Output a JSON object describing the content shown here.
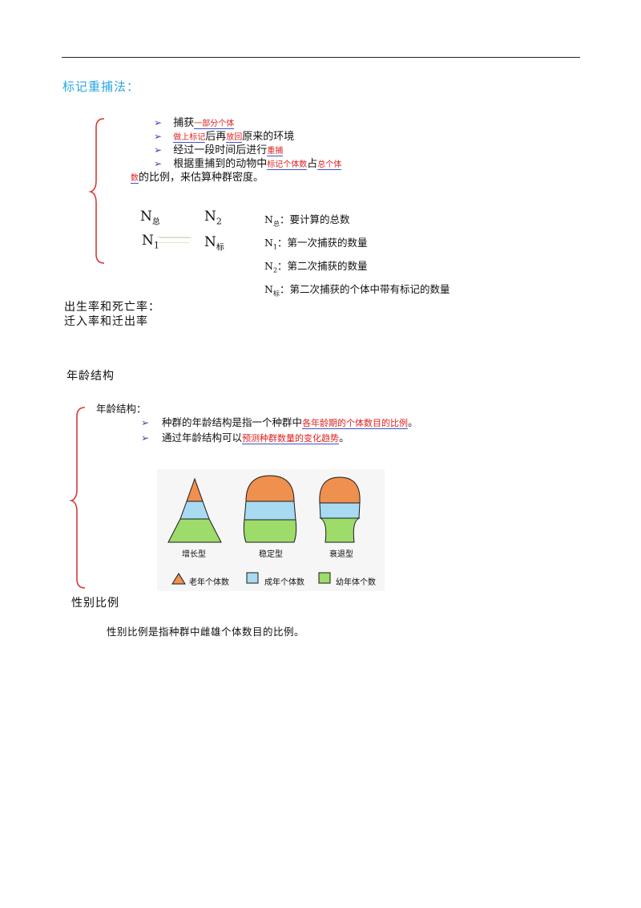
{
  "heading_mark_recapture": "标记重捕法：",
  "mr": {
    "b1": {
      "pre": "捕获",
      "red": "一部分个体"
    },
    "b2": {
      "red1": "做上标记",
      "mid": "后再",
      "red2": "放回",
      "post": "原来的环境"
    },
    "b3": {
      "pre": "经过一段时间后进行",
      "red": "重捕"
    },
    "b4": {
      "pre": "根据重捕到的动物中",
      "red1": "标记个体数",
      "mid": "占",
      "red2": "总个体"
    },
    "b4_line2": {
      "red": "数",
      "post": "的比例，来估算种群密度。"
    },
    "formula": {
      "n": "N",
      "sub_total": "总",
      "n1_sub": "1",
      "n2_sub": "2",
      "sub_mark": "标"
    },
    "legend": [
      {
        "sym": "N",
        "sub": "总",
        "text": "：要计算的总数"
      },
      {
        "sym": "N",
        "sub": "1",
        "text": "：第一次捕获的数量"
      },
      {
        "sym": "N",
        "sub": "2",
        "text": "：第二次捕获的数量"
      },
      {
        "sym": "N",
        "sub": "标",
        "text": "：第二次捕获的个体中带有标记的数量"
      }
    ]
  },
  "birth_death": "出生率和死亡率：",
  "migration": "迁入率和迁出率",
  "age_heading": "年龄结构",
  "age": {
    "label": "年龄结构：",
    "b1": {
      "pre": "种群的年龄结构是指一个种群中",
      "red": "各年龄期的个体数目的比例",
      "post": "。"
    },
    "b2": {
      "pre": "通过年龄结构可以",
      "red": "预测种群数量的变化趋势",
      "post": "。"
    },
    "shapes": [
      "增长型",
      "稳定型",
      "衰退型"
    ],
    "legend": [
      "老年个体数",
      "成年个体数",
      "幼年体个数"
    ],
    "colors": {
      "old": "#f0904e",
      "adult": "#a8daf2",
      "young": "#9ddc6a"
    }
  },
  "sex_heading": "性别比例",
  "sex_text": "性别比例是指种群中雌雄个体数目的比例。"
}
